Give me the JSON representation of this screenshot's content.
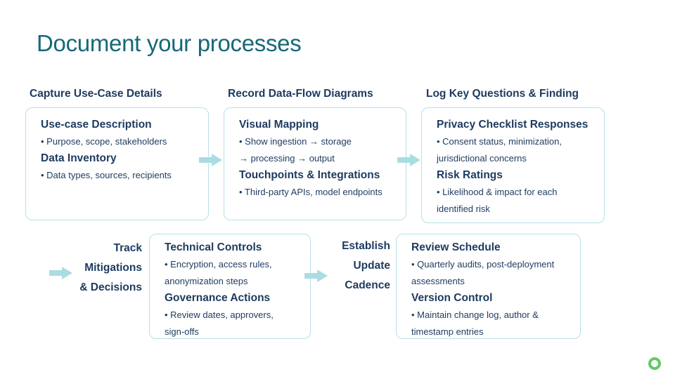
{
  "page": {
    "title": "Document your processes"
  },
  "colors": {
    "title_teal": "#176878",
    "text_navy": "#1d3a5f",
    "card_border": "#b8e0e8",
    "arrow_fill": "#a9dde2",
    "logo_green": "#5fcb63"
  },
  "row1": {
    "col1": {
      "header": "Capture Use-Case Details",
      "lines": [
        {
          "style": "heading",
          "text": "Use-case Description"
        },
        {
          "style": "body",
          "text": "• Purpose, scope, stakeholders"
        },
        {
          "style": "heading",
          "text": "Data Inventory"
        },
        {
          "style": "body",
          "text": "• Data types, sources, recipients"
        }
      ]
    },
    "col2": {
      "header": "Record Data-Flow Diagrams",
      "lines": [
        {
          "style": "heading",
          "text": "Visual Mapping"
        },
        {
          "style": "body",
          "text": "• Show ingestion → storage"
        },
        {
          "style": "body",
          "text": "→ processing → output"
        },
        {
          "style": "heading",
          "text": "Touchpoints & Integrations"
        },
        {
          "style": "body",
          "text": "• Third-party APIs, model endpoints"
        }
      ]
    },
    "col3": {
      "header": "Log Key Questions & Finding",
      "lines": [
        {
          "style": "heading",
          "text": "Privacy Checklist Responses"
        },
        {
          "style": "body",
          "text": "• Consent status, minimization,"
        },
        {
          "style": "body",
          "text": "jurisdictional concerns"
        },
        {
          "style": "heading",
          "text": "Risk Ratings"
        },
        {
          "style": "body",
          "text": "• Likelihood & impact for each"
        },
        {
          "style": "body",
          "text": "identified risk"
        }
      ]
    }
  },
  "row2": {
    "label1": {
      "lines": [
        "Track",
        "Mitigations",
        "& Decisions"
      ]
    },
    "box1": {
      "lines": [
        {
          "style": "heading",
          "text": "Technical Controls"
        },
        {
          "style": "body",
          "text": "• Encryption, access rules,"
        },
        {
          "style": "body",
          "text": "anonymization steps"
        },
        {
          "style": "heading",
          "text": "Governance Actions"
        },
        {
          "style": "body",
          "text": "• Review dates, approvers,"
        },
        {
          "style": "body",
          "text": "sign-offs"
        }
      ]
    },
    "label2": {
      "lines": [
        "Establish",
        "Update",
        "Cadence"
      ]
    },
    "box2": {
      "lines": [
        {
          "style": "heading",
          "text": "Review Schedule"
        },
        {
          "style": "body",
          "text": "• Quarterly audits, post-deployment"
        },
        {
          "style": "body",
          "text": "assessments"
        },
        {
          "style": "heading",
          "text": "Version Control"
        },
        {
          "style": "body",
          "text": "• Maintain change log, author &"
        },
        {
          "style": "body",
          "text": "timestamp entries"
        }
      ]
    }
  },
  "footer": {
    "logo": "green-ring-logo"
  }
}
